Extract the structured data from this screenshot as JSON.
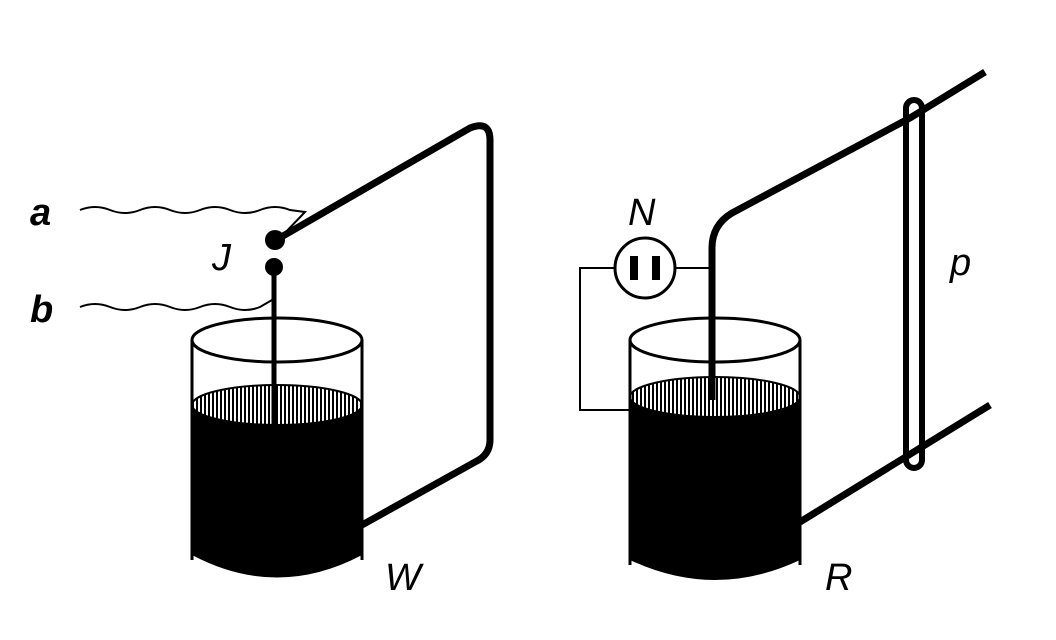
{
  "labels": {
    "a": "a",
    "b": "b",
    "J": "J",
    "W": "W",
    "N": "N",
    "p": "p",
    "R": "R"
  },
  "colors": {
    "ink": "#000000",
    "background": "#ffffff"
  }
}
